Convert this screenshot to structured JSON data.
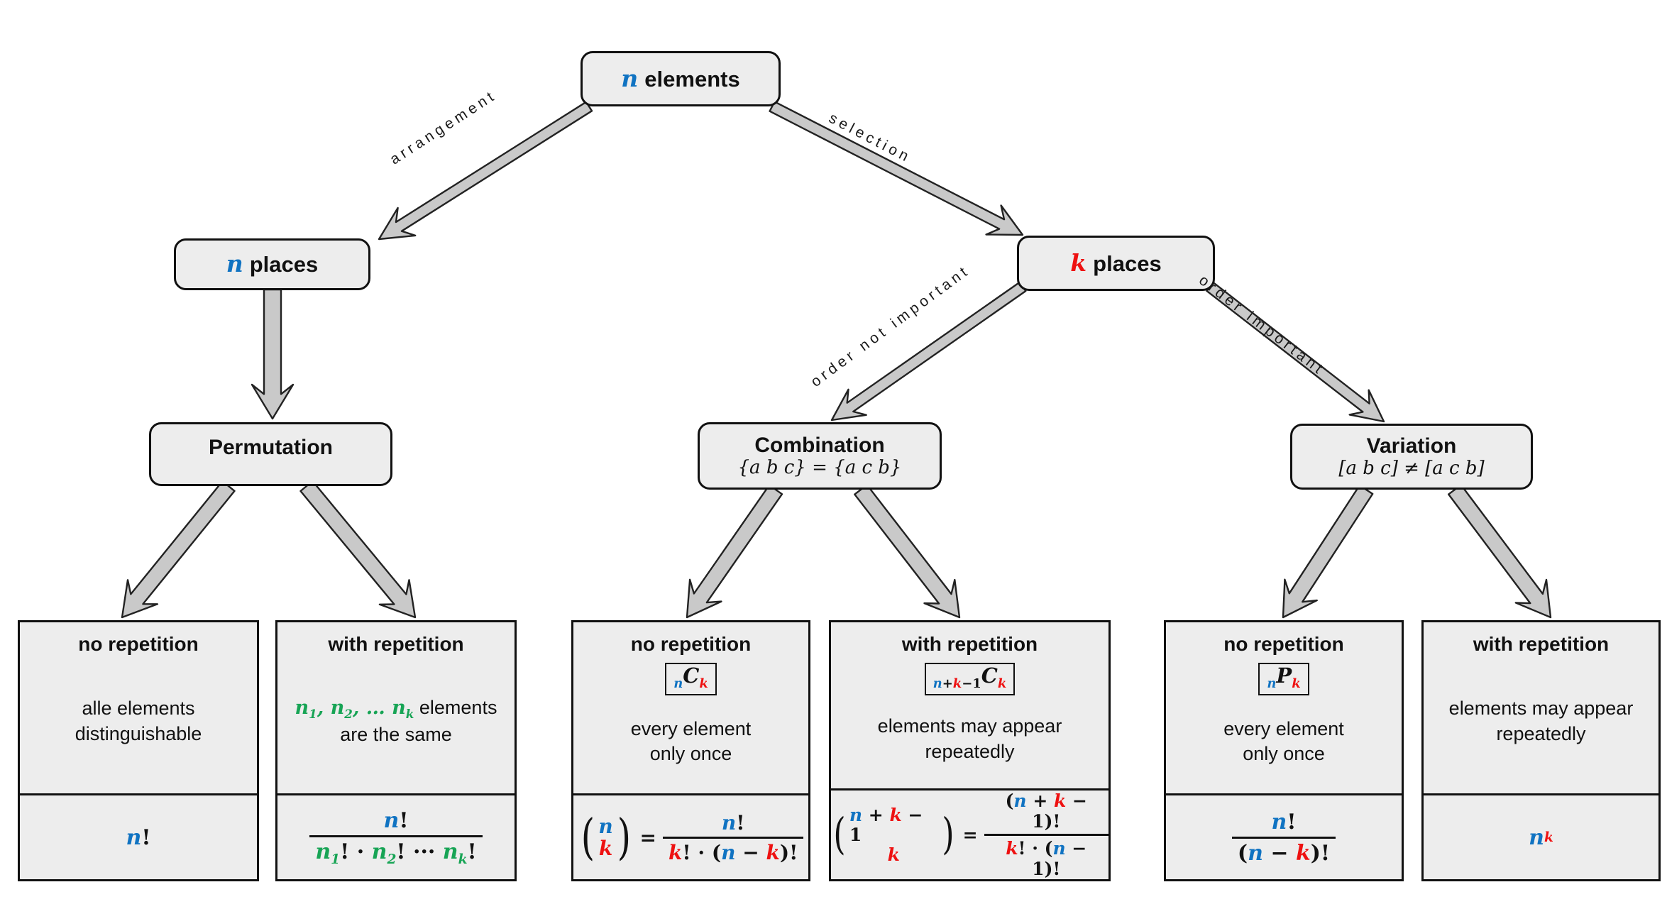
{
  "colors": {
    "blue_n": "#1073c2",
    "red_k": "#ee1111",
    "green_ni": "#17a455",
    "box_fill": "#ededed",
    "arrow_fill": "#c9c9c9",
    "border": "#111111"
  },
  "nodes": {
    "root": {
      "var": "n",
      "rest": "elements"
    },
    "n_places": {
      "var": "n",
      "rest": "places"
    },
    "k_places": {
      "var": "k",
      "rest": "places"
    },
    "permutation": {
      "title": "Permutation"
    },
    "combination": {
      "title": "Combination",
      "subtitle": "{a b c} = {a c b}"
    },
    "variation": {
      "title": "Variation",
      "subtitle": "[a b c] ≠ [a c b]"
    }
  },
  "edge_labels": {
    "arrangement": "arrangement",
    "selection": "selection",
    "order_not_important": "order not important",
    "order_important": "order important"
  },
  "leaves": [
    {
      "id": "permutation-no-repetition",
      "title": "no repetition",
      "notation": null,
      "desc_lines": [
        [
          {
            "t": "alle elements"
          }
        ],
        [
          {
            "t": "distinguishable"
          }
        ]
      ],
      "formula": {
        "layout": "plain",
        "segs": [
          {
            "t": "n",
            "c": "n"
          },
          {
            "t": "!"
          }
        ]
      }
    },
    {
      "id": "permutation-with-repetition",
      "title": "with repetition",
      "notation": null,
      "desc_lines": [
        [
          {
            "t": "n",
            "c": "g"
          },
          {
            "t": "1",
            "c": "g",
            "s": "sub"
          },
          {
            "t": ", ",
            "c": "g"
          },
          {
            "t": "n",
            "c": "g"
          },
          {
            "t": "2",
            "c": "g",
            "s": "sub"
          },
          {
            "t": ", … ",
            "c": "g"
          },
          {
            "t": "n",
            "c": "g"
          },
          {
            "t": "k",
            "c": "g",
            "s": "sub"
          },
          {
            "t": " elements"
          }
        ],
        [
          {
            "t": "are the same"
          }
        ]
      ],
      "formula": {
        "layout": "frac",
        "num": [
          {
            "t": "n",
            "c": "n"
          },
          {
            "t": "!"
          }
        ],
        "den": [
          {
            "t": "n",
            "c": "g"
          },
          {
            "t": "1",
            "c": "g",
            "s": "sub"
          },
          {
            "t": "! · "
          },
          {
            "t": "n",
            "c": "g"
          },
          {
            "t": "2",
            "c": "g",
            "s": "sub"
          },
          {
            "t": "! ··· "
          },
          {
            "t": "n",
            "c": "g"
          },
          {
            "t": "k",
            "c": "g",
            "s": "sub"
          },
          {
            "t": "!"
          }
        ]
      }
    },
    {
      "id": "combination-no-repetition",
      "title": "no repetition",
      "notation": [
        {
          "t": "n",
          "c": "n",
          "s": "sub"
        },
        {
          "t": "C",
          "c": "op"
        },
        {
          "t": "k",
          "c": "k",
          "s": "sub"
        }
      ],
      "desc_lines": [
        [
          {
            "t": "every element"
          }
        ],
        [
          {
            "t": "only once"
          }
        ]
      ],
      "formula": {
        "layout": "binom",
        "top": [
          {
            "t": "n",
            "c": "n"
          }
        ],
        "bot": [
          {
            "t": "k",
            "c": "k"
          }
        ],
        "num": [
          {
            "t": "n",
            "c": "n"
          },
          {
            "t": "!"
          }
        ],
        "den": [
          {
            "t": "k",
            "c": "k"
          },
          {
            "t": "! · ("
          },
          {
            "t": "n",
            "c": "n"
          },
          {
            "t": " − "
          },
          {
            "t": "k",
            "c": "k"
          },
          {
            "t": ")!"
          }
        ]
      }
    },
    {
      "id": "combination-with-repetition",
      "title": "with repetition",
      "notation": [
        {
          "t": "n",
          "c": "n",
          "s": "sub"
        },
        {
          "t": "+",
          "s": "sub"
        },
        {
          "t": "k",
          "c": "k",
          "s": "sub"
        },
        {
          "t": "−1",
          "s": "sub"
        },
        {
          "t": "C",
          "c": "op"
        },
        {
          "t": "k",
          "c": "k",
          "s": "sub"
        }
      ],
      "desc_lines": [
        [
          {
            "t": "elements may appear"
          }
        ],
        [
          {
            "t": "repeatedly"
          }
        ]
      ],
      "formula": {
        "layout": "binom",
        "top": [
          {
            "t": "n",
            "c": "n"
          },
          {
            "t": " + "
          },
          {
            "t": "k",
            "c": "k"
          },
          {
            "t": " − 1"
          }
        ],
        "bot": [
          {
            "t": "k",
            "c": "k"
          }
        ],
        "num": [
          {
            "t": "("
          },
          {
            "t": "n",
            "c": "n"
          },
          {
            "t": " + "
          },
          {
            "t": "k",
            "c": "k"
          },
          {
            "t": " − 1)!"
          }
        ],
        "den": [
          {
            "t": "k",
            "c": "k"
          },
          {
            "t": "! · ("
          },
          {
            "t": "n",
            "c": "n"
          },
          {
            "t": " − 1)!"
          }
        ]
      }
    },
    {
      "id": "variation-no-repetition",
      "title": "no repetition",
      "notation": [
        {
          "t": "n",
          "c": "n",
          "s": "sub"
        },
        {
          "t": "P",
          "c": "op"
        },
        {
          "t": "k",
          "c": "k",
          "s": "sub"
        }
      ],
      "desc_lines": [
        [
          {
            "t": "every element"
          }
        ],
        [
          {
            "t": "only once"
          }
        ]
      ],
      "formula": {
        "layout": "frac",
        "num": [
          {
            "t": "n",
            "c": "n"
          },
          {
            "t": "!"
          }
        ],
        "den": [
          {
            "t": "("
          },
          {
            "t": "n",
            "c": "n"
          },
          {
            "t": " − "
          },
          {
            "t": "k",
            "c": "k"
          },
          {
            "t": ")!"
          }
        ]
      }
    },
    {
      "id": "variation-with-repetition",
      "title": "with repetition",
      "notation": null,
      "desc_lines": [
        [
          {
            "t": "elements may appear"
          }
        ],
        [
          {
            "t": "repeatedly"
          }
        ]
      ],
      "formula": {
        "layout": "plain",
        "segs": [
          {
            "t": "n",
            "c": "n"
          },
          {
            "t": "k",
            "c": "k",
            "s": "sup"
          }
        ]
      }
    }
  ]
}
